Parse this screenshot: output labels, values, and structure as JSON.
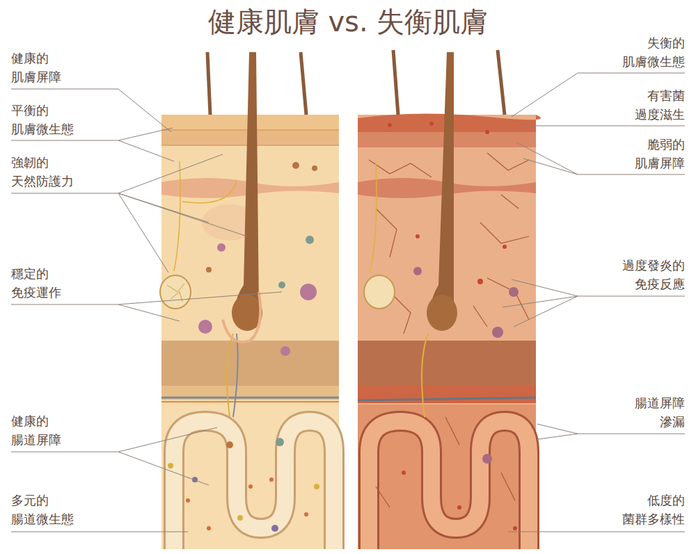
{
  "diagram": {
    "title": "健康肌膚 vs. 失衡肌膚",
    "labels": [
      "健康的 肌膚屏障",
      "平衡的 肌膚微生態",
      "強韌的 天然防護力",
      "穩定的 免疫運作",
      "健康的 腸道屏障",
      "多元的 腸道微生態",
      "失衡的 肌膚微生態",
      "有害菌 過度滋生",
      "脆弱的 肌膚屏障",
      "過度發炎的 免疫反應",
      "腸道屏障 滲漏",
      "低度的 菌群多樣性"
    ]
  }
}
